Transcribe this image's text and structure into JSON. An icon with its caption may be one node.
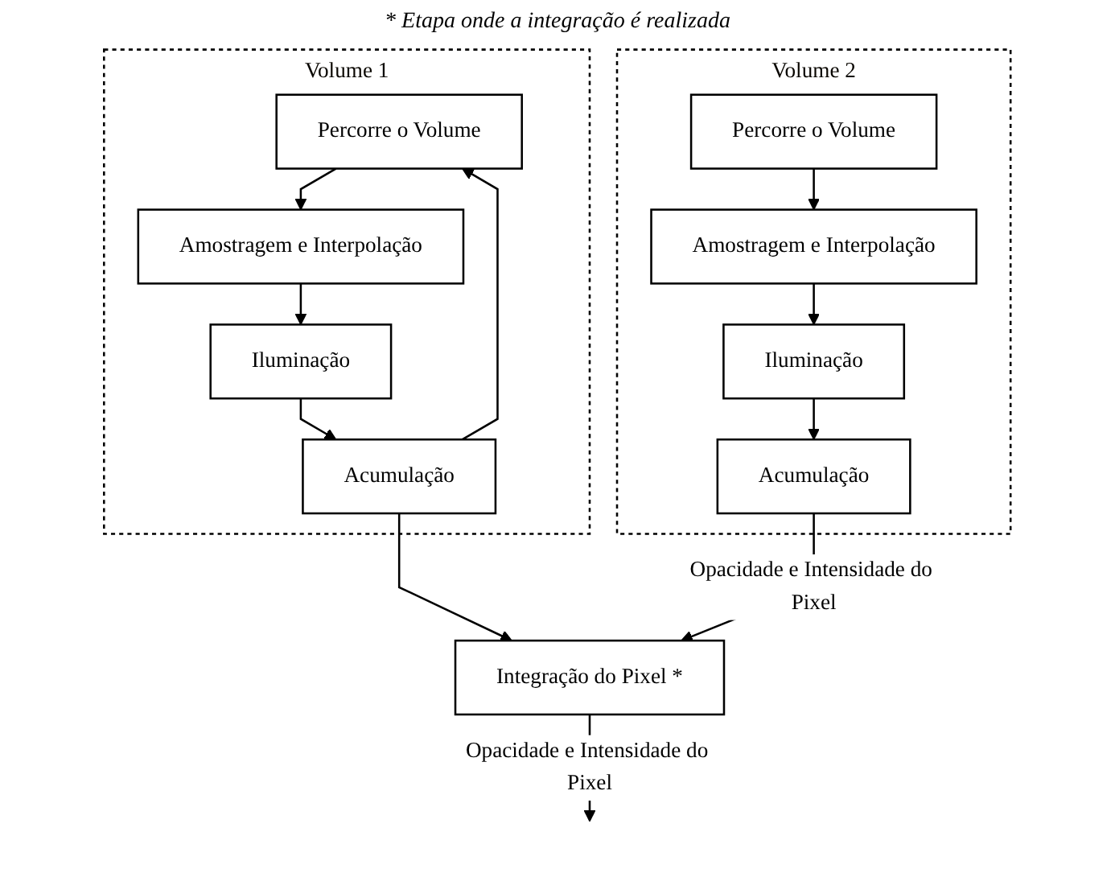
{
  "diagram": {
    "title": "* Etapa onde a integração é realizada",
    "nodes": [
      {
        "text": [
          "Volume 1"
        ]
      },
      {
        "text": [
          "Percorre o Volume"
        ],
        "in": 0
      },
      {
        "text": [
          "Amostragem e Interpolação"
        ],
        "in": 0
      },
      {
        "text": [
          "Iluminação"
        ],
        "in": 0
      },
      {
        "text": [
          "Acumulação"
        ],
        "in": 0
      },
      {
        "text": [
          "Volume 2"
        ]
      },
      {
        "text": [
          "Percorre o Volume"
        ],
        "in": 5
      },
      {
        "text": [
          "Amostragem e Interpolação"
        ],
        "in": 5
      },
      {
        "text": [
          "Iluminação"
        ],
        "in": 5
      },
      {
        "text": [
          "Acumulação"
        ],
        "in": 5
      },
      {
        "text": [
          "Integração do Pixel *"
        ]
      }
    ],
    "edges": [
      {
        "from": 1,
        "to": 2,
        "arrow": "to"
      },
      {
        "from": 2,
        "to": 3,
        "arrow": "to"
      },
      {
        "from": 3,
        "to": 4,
        "arrow": "to"
      },
      {
        "from": 4,
        "to": 1,
        "arrow": "to"
      },
      {
        "from": 6,
        "to": 7,
        "arrow": "to"
      },
      {
        "from": 7,
        "to": 8,
        "arrow": "to"
      },
      {
        "from": 8,
        "to": 9,
        "arrow": "to"
      },
      {
        "from": 4,
        "to": 10,
        "arrow": "to"
      },
      {
        "from": 9,
        "to": 10,
        "label": "Opacidade e Intensidade do Pixel",
        "arrow": "to"
      },
      {
        "from": 10,
        "to": null,
        "label": "Opacidade e Intensidade do Pixel",
        "arrow": "to"
      }
    ]
  }
}
